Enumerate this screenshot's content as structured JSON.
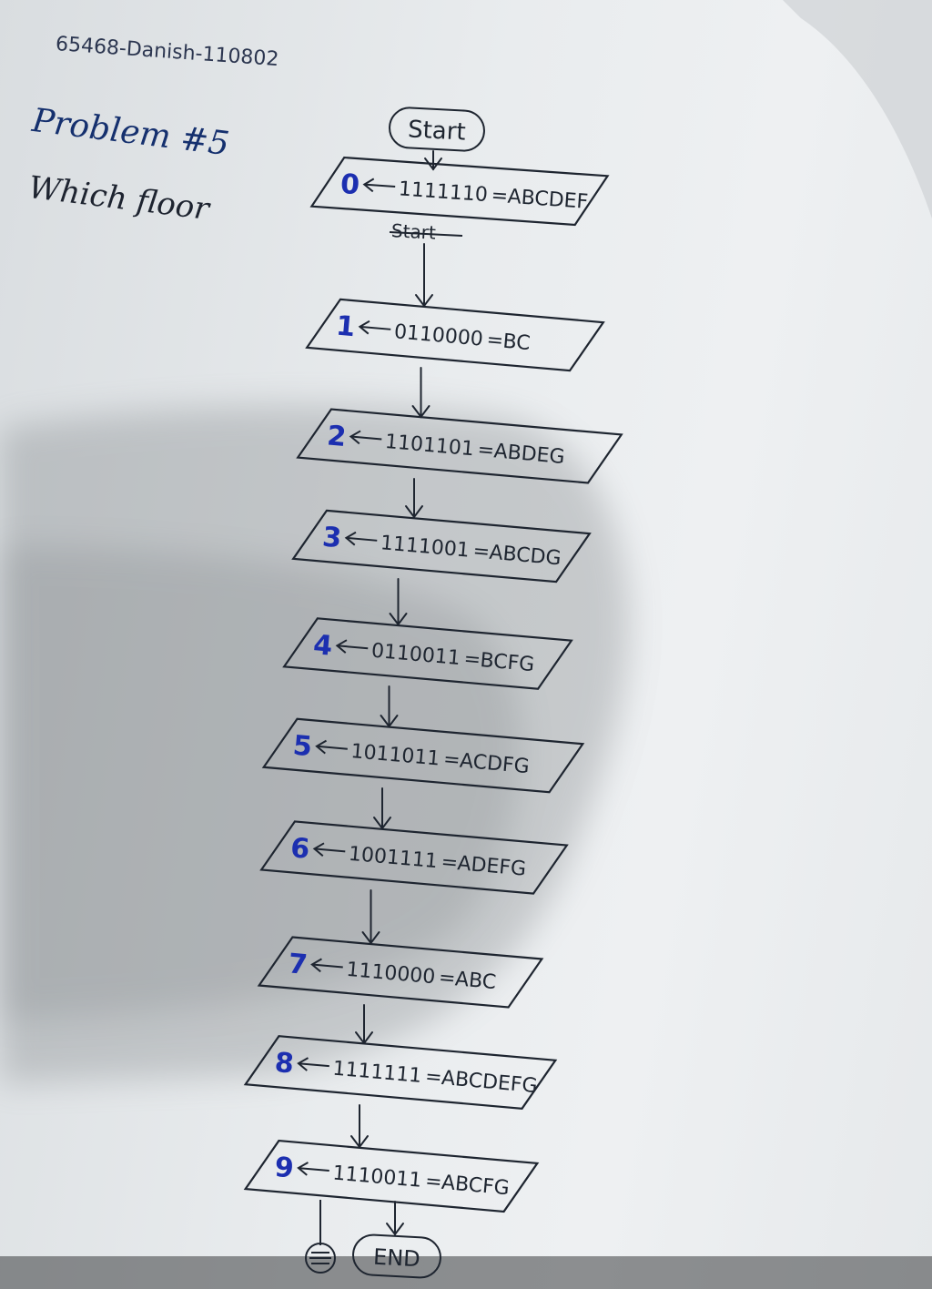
{
  "header_note": "65468-Danish-110802",
  "problem": {
    "title": "Problem #5",
    "subtitle": "Which floor"
  },
  "flowchart": {
    "start_label": "Start",
    "struck_label": "Start",
    "end_label": "END",
    "steps": [
      {
        "digit": "0",
        "code": "1111110",
        "segments": "ABCDEF"
      },
      {
        "digit": "1",
        "code": "0110000",
        "segments": "BC"
      },
      {
        "digit": "2",
        "code": "1101101",
        "segments": "ABDEG"
      },
      {
        "digit": "3",
        "code": "1111001",
        "segments": "ABCDG"
      },
      {
        "digit": "4",
        "code": "0110011",
        "segments": "BCFG"
      },
      {
        "digit": "5",
        "code": "1011011",
        "segments": "ACDFG"
      },
      {
        "digit": "6",
        "code": "1001111",
        "segments": "ADEFG"
      },
      {
        "digit": "7",
        "code": "1110000",
        "segments": "ABC"
      },
      {
        "digit": "8",
        "code": "1111111",
        "segments": "ABCDEFG"
      },
      {
        "digit": "9",
        "code": "1110011",
        "segments": "ABCFG"
      }
    ]
  },
  "colors": {
    "ink_blue": "#1c2fb0",
    "ink_dark": "#1e2530",
    "paper": "#eceff1"
  }
}
